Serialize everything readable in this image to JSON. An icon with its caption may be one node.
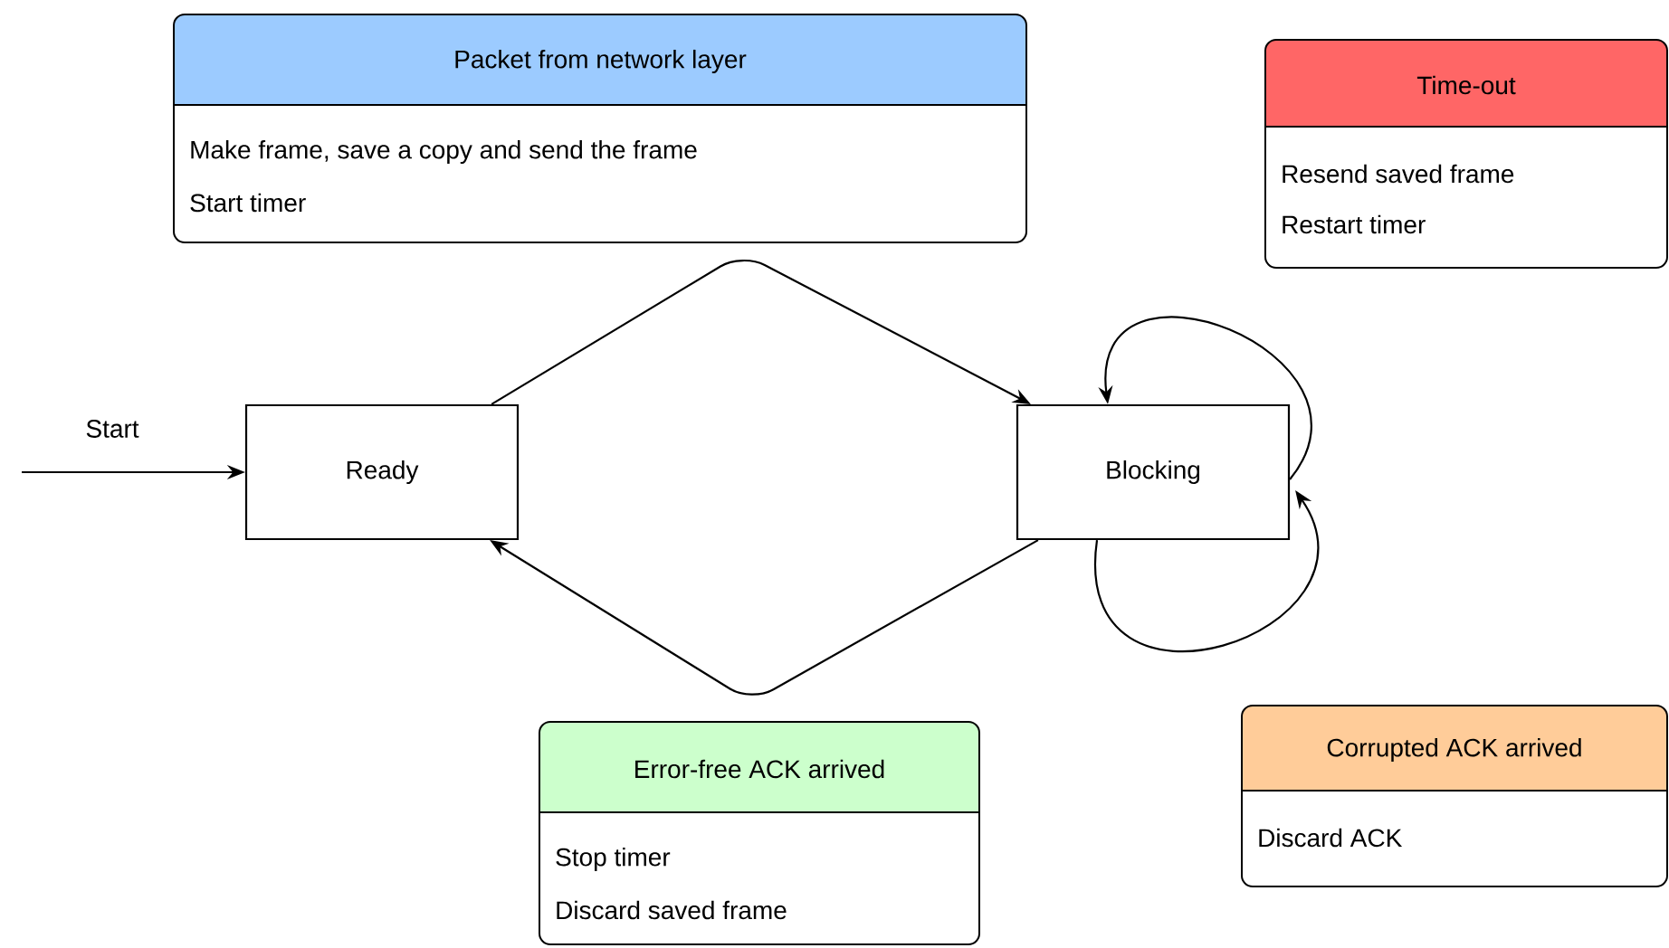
{
  "diagram": {
    "nodes": [
      {
        "text": [
          "Ready"
        ]
      },
      {
        "text": [
          "Blocking"
        ]
      },
      {
        "text": [
          "Packet from network layer",
          "Make frame, save a copy and send the frame",
          "Start timer"
        ]
      },
      {
        "text": [
          "Time-out",
          "Resend saved frame",
          "Restart timer"
        ]
      },
      {
        "text": [
          "Error-free ACK arrived",
          "Stop timer",
          "Discard saved frame"
        ]
      },
      {
        "text": [
          "Corrupted ACK arrived",
          "Discard ACK"
        ]
      }
    ],
    "edges": [
      {
        "from": null,
        "to": 0,
        "arrow": "to",
        "label": "Start"
      },
      {
        "from": 0,
        "to": 1,
        "arrow": "to"
      },
      {
        "from": 1,
        "to": 0,
        "arrow": "to"
      },
      {
        "from": 1,
        "to": 1,
        "arrow": "to"
      },
      {
        "from": 1,
        "to": 1,
        "arrow": "to"
      }
    ]
  }
}
